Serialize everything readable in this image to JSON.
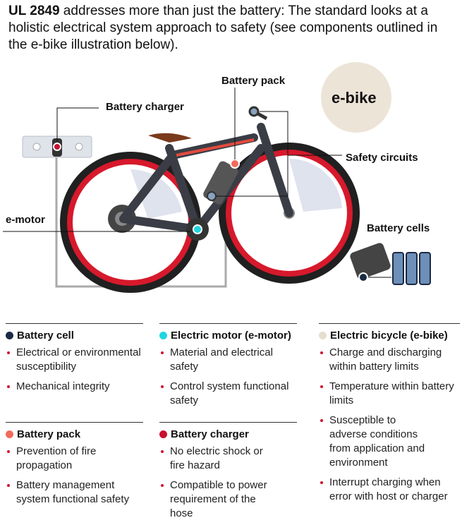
{
  "intro": {
    "bold": "UL 2849",
    "text": " addresses more than just the battery: The standard looks at a holistic electrical system approach to safety (see components outlined in the e-bike illustration below)."
  },
  "labels": {
    "battery_pack": "Battery pack",
    "battery_charger": "Battery charger",
    "safety_circuits": "Safety circuits",
    "e_motor": "e-motor",
    "battery_cells": "Battery cells",
    "ebike": "e-bike"
  },
  "colors": {
    "battery_cell": "#1b2a45",
    "electric_motor": "#1fd6e0",
    "electric_bicycle": "#e6ddcf",
    "battery_pack": "#f26b5e",
    "battery_charger": "#c8102e",
    "bullet": "#d0102c"
  },
  "sections": {
    "battery_cell": {
      "title": "Battery cell",
      "items": [
        "Electrical or environmental susceptibility",
        "Mechanical integrity"
      ]
    },
    "electric_motor": {
      "title": "Electric motor (e-motor)",
      "items": [
        "Material and electrical safety",
        "Control system functional safety"
      ]
    },
    "electric_bicycle": {
      "title": "Electric bicycle (e-bike)",
      "items": [
        "Charge and discharging within battery limits",
        "Temperature within battery limits",
        "Susceptible to adverse conditions from application and environment",
        "Interrupt charging when error with host or charger"
      ]
    },
    "battery_pack": {
      "title": "Battery pack",
      "items": [
        "Prevention of fire propagation",
        "Battery management system functional safety"
      ]
    },
    "battery_charger": {
      "title": "Battery charger",
      "items": [
        "No electric shock or fire hazard",
        "Compatible to power requirement of the hose"
      ]
    }
  }
}
